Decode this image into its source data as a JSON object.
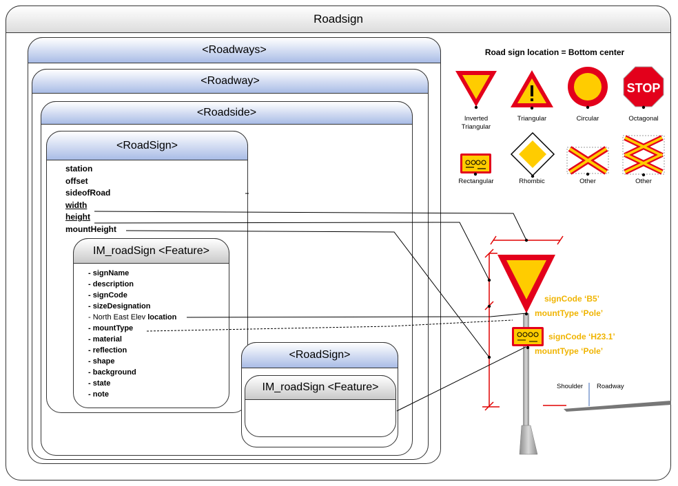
{
  "title": "Roadsign",
  "roadways": "<Roadways>",
  "roadway": "<Roadway>",
  "roadside": "<Roadside>",
  "roadsign1": {
    "header": "<RoadSign>",
    "attributes": [
      {
        "text": "station",
        "underline": false
      },
      {
        "text": "offset",
        "underline": false
      },
      {
        "text": "sideofRoad",
        "underline": false
      },
      {
        "text": "width",
        "underline": true
      },
      {
        "text": "height",
        "underline": true
      },
      {
        "text": "mountHeight",
        "underline": false
      }
    ]
  },
  "feature1": {
    "header": "IM_roadSign <Feature>",
    "items": [
      {
        "bold": "- signName",
        "normal": ""
      },
      {
        "bold": "- description",
        "normal": ""
      },
      {
        "bold": "- signCode",
        "normal": ""
      },
      {
        "bold": "- sizeDesignation",
        "normal": ""
      },
      {
        "bold": "location",
        "normal": "- North East Elev "
      },
      {
        "bold": "- mountType",
        "normal": ""
      },
      {
        "bold": "- material",
        "normal": ""
      },
      {
        "bold": "- reflection",
        "normal": ""
      },
      {
        "bold": "- shape",
        "normal": ""
      },
      {
        "bold": "- background",
        "normal": ""
      },
      {
        "bold": "- state",
        "normal": ""
      },
      {
        "bold": "- note",
        "normal": ""
      }
    ]
  },
  "roadsign2": {
    "header": "<RoadSign>"
  },
  "feature2": {
    "header": "IM_roadSign <Feature>"
  },
  "legend": {
    "title": "Road sign location = Bottom center",
    "signs": [
      {
        "label": "Inverted\nTriangular",
        "icon": "inverted-triangle-sign-icon"
      },
      {
        "label": "Triangular",
        "icon": "warning-triangle-sign-icon"
      },
      {
        "label": "Circular",
        "icon": "circular-sign-icon"
      },
      {
        "label": "Octagonal",
        "icon": "stop-sign-icon",
        "sign_text": "STOP"
      },
      {
        "label": "Rectangular",
        "icon": "bicycle-plate-icon"
      },
      {
        "label": "Rhombic",
        "icon": "rhombus-sign-icon"
      },
      {
        "label": "Other",
        "icon": "cross-sign-icon"
      },
      {
        "label": "Other",
        "icon": "double-cross-sign-icon"
      }
    ]
  },
  "annotations": {
    "sign1_code": "signCode ‘B5’",
    "sign1_mount": "mountType ‘Pole’",
    "sign2_code": "signCode ‘H23.1’",
    "sign2_mount": "mountType ‘Pole’",
    "shoulder": "Shoulder",
    "roadway": "Roadway"
  },
  "colors": {
    "header_blue": "#a9bce6",
    "sign_red": "#e3001b",
    "sign_yellow": "#ffcc00",
    "annotation_yellow": "#f0b400",
    "dimension_red": "#e00000"
  }
}
